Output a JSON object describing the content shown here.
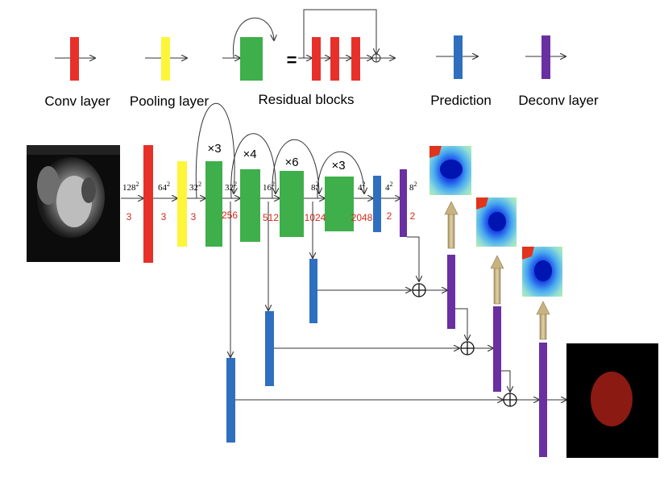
{
  "legend": {
    "conv": "Conv layer",
    "pool": "Pooling layer",
    "residual": "Residual blocks",
    "prediction": "Prediction",
    "deconv": "Deconv layer",
    "equals": "="
  },
  "dims": {
    "d1": "128",
    "d2": "64",
    "d3": "32",
    "d4": "32",
    "d5": "16",
    "d6": "8",
    "d7": "4",
    "d8": "4",
    "d9": "8",
    "exp": "2"
  },
  "channels": {
    "c1": "3",
    "c2": "3",
    "c3": "3",
    "c4": "256",
    "c5": "512",
    "c6": "1024",
    "c7": "2048",
    "c8": "2",
    "c9": "2"
  },
  "repeats": {
    "r1": "×3",
    "r2": "×4",
    "r3": "×6",
    "r4": "×3"
  },
  "colors": {
    "conv": "#e8302a",
    "pool": "#fdf53a",
    "residual": "#3eaf4b",
    "prediction": "#2f6fc0",
    "deconv": "#6a2fa0",
    "arrow_head_tan": "#c8b37f",
    "mask": "#8b1a12"
  },
  "icons": {
    "sum": "circle-plus-icon",
    "arrow": "arrow-right-icon"
  }
}
